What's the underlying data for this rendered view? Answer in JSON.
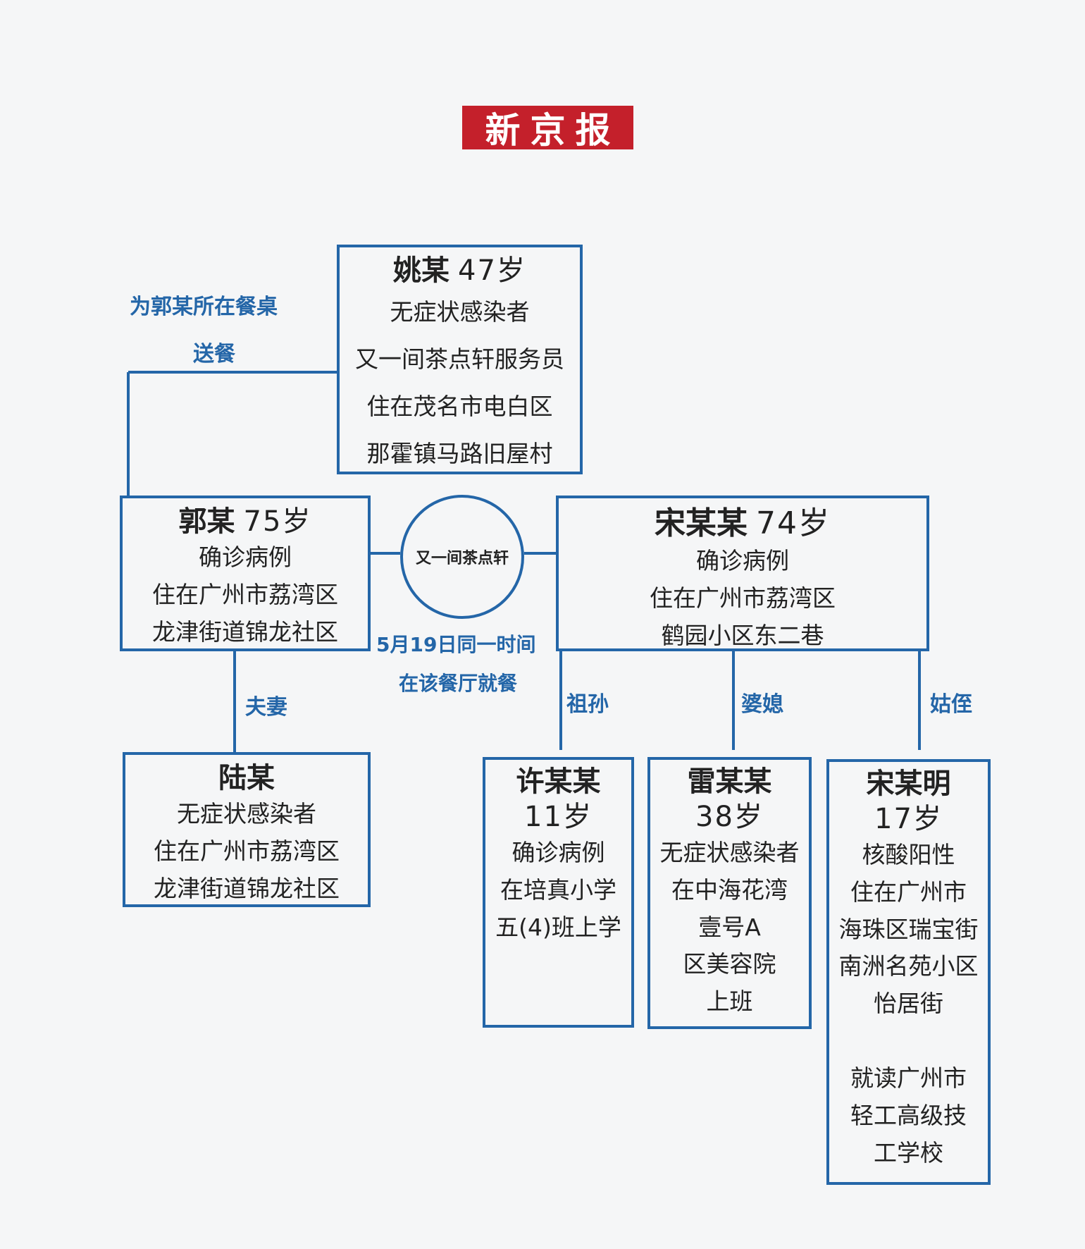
{
  "logo": "新京报",
  "venue": "又一间茶点轩",
  "relations": {
    "yao_guo_line1": "为郭某所在餐桌",
    "yao_guo_line2": "送餐",
    "venue_note_line1": "5月19日同一时间",
    "venue_note_line2": "在该餐厅就餐",
    "guo_lu": "夫妻",
    "song_xu": "祖孙",
    "song_lei": "婆媳",
    "song_songming": "姑侄"
  },
  "people": {
    "yao": {
      "name": "姚某",
      "age": "47岁",
      "lines": [
        "无症状感染者",
        "又一间茶点轩服务员",
        "住在茂名市电白区",
        "那霍镇马路旧屋村"
      ]
    },
    "guo": {
      "name": "郭某",
      "age": "75岁",
      "lines": [
        "确诊病例",
        "住在广州市荔湾区",
        "龙津街道锦龙社区"
      ]
    },
    "song": {
      "name": "宋某某",
      "age": "74岁",
      "lines": [
        "确诊病例",
        "住在广州市荔湾区",
        "鹤园小区东二巷"
      ]
    },
    "lu": {
      "name": "陆某",
      "lines": [
        "无症状感染者",
        "住在广州市荔湾区",
        "龙津街道锦龙社区"
      ]
    },
    "xu": {
      "name": "许某某",
      "age": "11岁",
      "lines": [
        "确诊病例",
        "在培真小学",
        "五(4)班上学"
      ]
    },
    "lei": {
      "name": "雷某某",
      "age": "38岁",
      "lines": [
        "无症状感染者",
        "在中海花湾",
        "壹号A",
        "区美容院",
        "上班"
      ]
    },
    "songming": {
      "name": "宋某明",
      "age": "17岁",
      "lines": [
        "核酸阳性",
        "住在广州市",
        "海珠区瑞宝街",
        "南洲名苑小区",
        "怡居街",
        "",
        "就读广州市",
        "轻工高级技",
        "工学校"
      ]
    }
  },
  "colors": {
    "line": "#2466a8",
    "logo_bg": "#c4202b",
    "background": "#f5f6f7"
  }
}
